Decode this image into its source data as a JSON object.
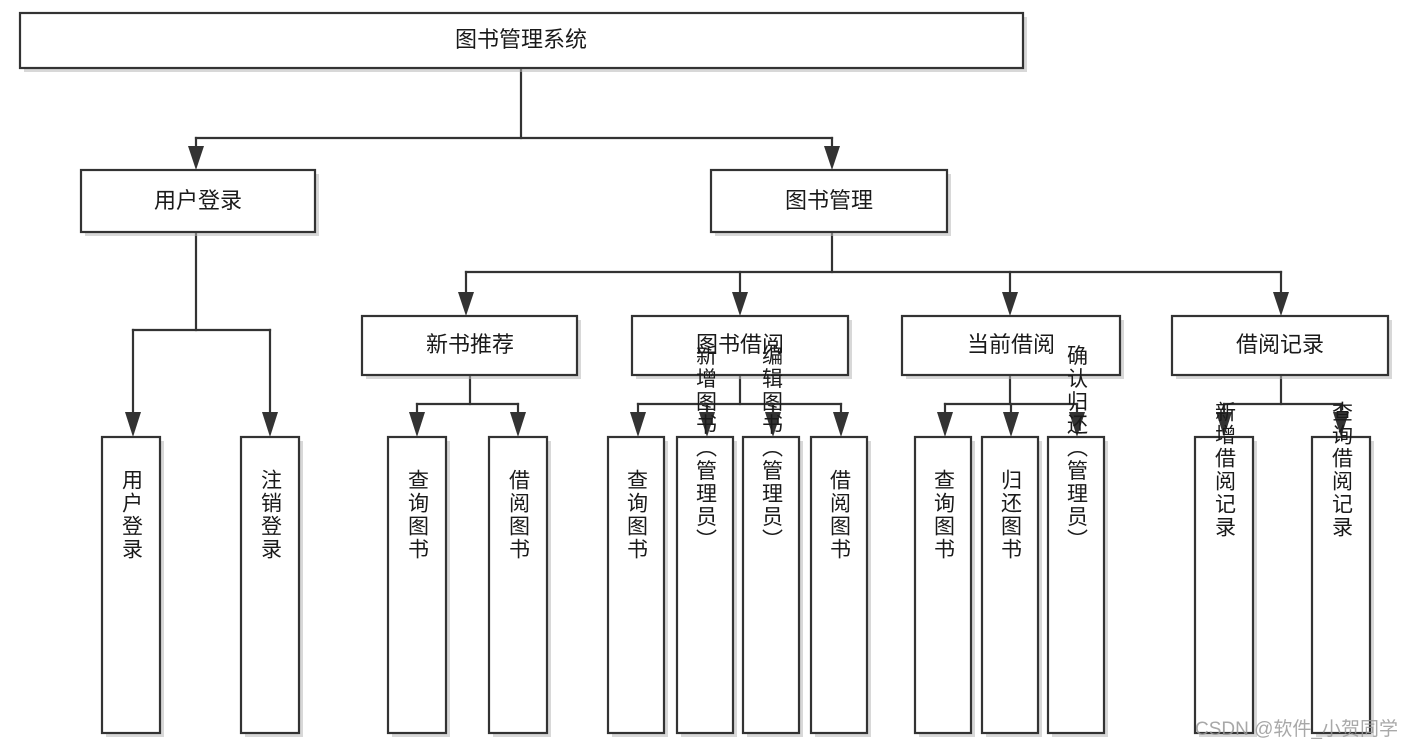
{
  "diagram": {
    "type": "tree-hierarchy-diagram",
    "title": "图书管理系统",
    "colors": {
      "box_fill": "#ffffff",
      "box_stroke": "#333333",
      "text": "#1a1a1a",
      "background": "#ffffff",
      "watermark": "#9a9a9a"
    },
    "levels": {
      "root": {
        "label": "图书管理系统"
      },
      "level2": [
        {
          "id": "user-login",
          "label": "用户登录"
        },
        {
          "id": "book-management",
          "label": "图书管理"
        }
      ],
      "level3": [
        {
          "id": "new-book-recommend",
          "label": "新书推荐",
          "parent": "book-management"
        },
        {
          "id": "book-borrow",
          "label": "图书借阅",
          "parent": "book-management"
        },
        {
          "id": "current-borrow",
          "label": "当前借阅",
          "parent": "book-management"
        },
        {
          "id": "borrow-record",
          "label": "借阅记录",
          "parent": "book-management"
        }
      ],
      "leaves": [
        {
          "id": "leaf-user-login",
          "label": "用户登录",
          "parent": "user-login"
        },
        {
          "id": "leaf-logout-login",
          "label": "注销登录",
          "parent": "user-login"
        },
        {
          "id": "leaf-query-book-1",
          "label": "查询图书",
          "parent": "new-book-recommend"
        },
        {
          "id": "leaf-borrow-book-1",
          "label": "借阅图书",
          "parent": "new-book-recommend"
        },
        {
          "id": "leaf-query-book-2",
          "label": "查询图书",
          "parent": "book-borrow"
        },
        {
          "id": "leaf-add-book",
          "label": "新增图书（管理员）",
          "parent": "book-borrow"
        },
        {
          "id": "leaf-edit-book",
          "label": "编辑图书（管理员）",
          "parent": "book-borrow"
        },
        {
          "id": "leaf-borrow-book-2",
          "label": "借阅图书",
          "parent": "book-borrow"
        },
        {
          "id": "leaf-query-book-3",
          "label": "查询图书",
          "parent": "current-borrow"
        },
        {
          "id": "leaf-return-book",
          "label": "归还图书",
          "parent": "current-borrow"
        },
        {
          "id": "leaf-confirm-return",
          "label": "确认归还（管理员）",
          "parent": "current-borrow"
        },
        {
          "id": "leaf-add-record",
          "label": "新增借阅记录",
          "parent": "borrow-record"
        },
        {
          "id": "leaf-query-record",
          "label": "查询借阅记录",
          "parent": "borrow-record"
        }
      ]
    }
  },
  "watermark": {
    "text": "CSDN @软件_小贺同学"
  }
}
